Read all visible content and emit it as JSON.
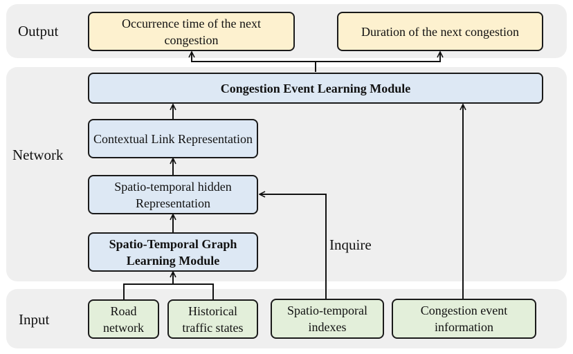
{
  "bands": {
    "output": "Output",
    "network": "Network",
    "input": "Input"
  },
  "output_boxes": {
    "occurrence": "Occurrence time of the next congestion",
    "duration": "Duration of the next congestion"
  },
  "network_boxes": {
    "event_module": "Congestion Event Learning Module",
    "contextual": "Contextual Link Representation",
    "hidden": "Spatio-temporal hidden Representation",
    "graph_module": "Spatio-Temporal Graph Learning Module"
  },
  "input_boxes": {
    "road": "Road network",
    "historical": "Historical traffic states",
    "indexes": "Spatio-temporal indexes",
    "event_info": "Congestion event information"
  },
  "annotations": {
    "inquire": "Inquire"
  }
}
